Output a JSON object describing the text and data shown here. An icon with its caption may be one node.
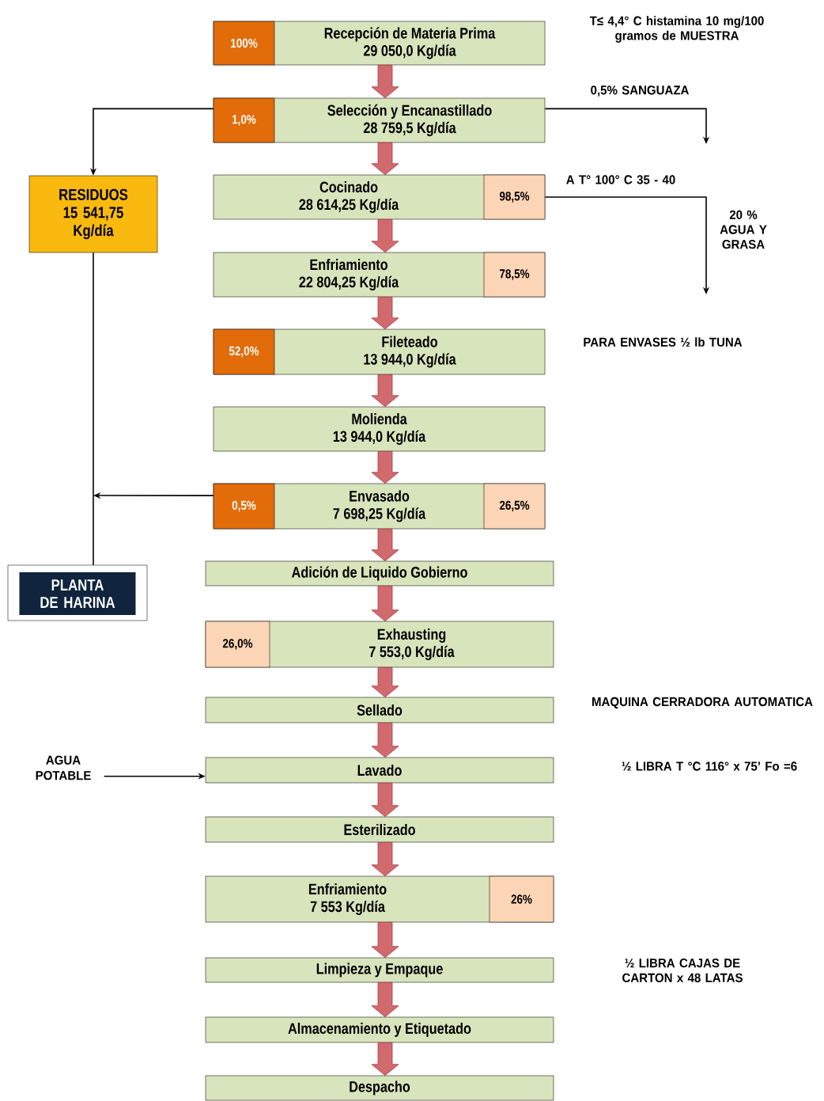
{
  "diagram": {
    "nodes": [
      {
        "text": [
          "Recepción de Materia Prima",
          "29 050,0 Kg/día"
        ]
      },
      {
        "text": [
          "100%"
        ],
        "in": 0
      },
      {
        "text": [
          "Selección y Encanastillado",
          "28 759,5 Kg/día"
        ]
      },
      {
        "text": [
          "1,0%"
        ],
        "in": 2
      },
      {
        "text": [
          "RESIDUOS 15 541,75 Kg/día"
        ]
      },
      {
        "text": [
          "Cocinado",
          "28 614,25 Kg/día"
        ]
      },
      {
        "text": [
          "98,5%"
        ],
        "in": 5
      },
      {
        "text": [
          "Enfriamiento",
          "22 804,25 Kg/día"
        ]
      },
      {
        "text": [
          "78,5%"
        ],
        "in": 7
      },
      {
        "text": [
          "Fileteado",
          "13 944,0 Kg/día"
        ]
      },
      {
        "text": [
          "52,0%"
        ],
        "in": 9
      },
      {
        "text": [
          "Molienda",
          "13 944,0 Kg/día"
        ]
      },
      {
        "text": [
          "Envasado",
          "7 698,25 Kg/día"
        ]
      },
      {
        "text": [
          "0,5%"
        ],
        "in": 12
      },
      {
        "text": [
          "26,5%"
        ],
        "in": 12
      },
      {
        "text": [
          "Adición de Liquido Gobierno"
        ]
      },
      {
        "text": [
          "PLANTA DE HARINA"
        ]
      },
      {
        "text": [
          "Exhausting",
          "7 553,0 Kg/día"
        ]
      },
      {
        "text": [
          "26,0%"
        ],
        "in": 17
      },
      {
        "text": [
          "Sellado"
        ]
      },
      {
        "text": [
          "AGUA POTABLE"
        ]
      },
      {
        "text": [
          "Lavado"
        ]
      },
      {
        "text": [
          "Esterilizado"
        ]
      },
      {
        "text": [
          "Enfriamiento",
          "7 553 Kg/día"
        ]
      },
      {
        "text": [
          "26%"
        ],
        "in": 23
      },
      {
        "text": [
          "Limpieza y Empaque"
        ]
      },
      {
        "text": [
          "Almacenamiento y Etiquetado"
        ]
      },
      {
        "text": [
          "Despacho"
        ]
      }
    ],
    "edges": [
      {
        "from": 0,
        "to": 2,
        "arrow": "to"
      },
      {
        "from": 2,
        "to": 5,
        "arrow": "to"
      },
      {
        "from": 5,
        "to": 7,
        "arrow": "to"
      },
      {
        "from": 7,
        "to": 9,
        "arrow": "to"
      },
      {
        "from": 9,
        "to": 11,
        "arrow": "to"
      },
      {
        "from": 11,
        "to": 12,
        "arrow": "to"
      },
      {
        "from": 12,
        "to": 15,
        "arrow": "to"
      },
      {
        "from": 15,
        "to": 17,
        "arrow": "to"
      },
      {
        "from": 17,
        "to": 19,
        "arrow": "to"
      },
      {
        "from": 19,
        "to": 21,
        "arrow": "to"
      },
      {
        "from": 21,
        "to": 22,
        "arrow": "to"
      },
      {
        "from": 22,
        "to": 23,
        "arrow": "to"
      },
      {
        "from": 23,
        "to": 25,
        "arrow": "to"
      },
      {
        "from": 25,
        "to": 26,
        "arrow": "to"
      },
      {
        "from": 26,
        "to": 27,
        "arrow": "to"
      },
      {
        "from": 2,
        "to": 4,
        "arrow": "to",
        "color": "#000000"
      },
      {
        "from": 2,
        "to": null,
        "arrow": "to",
        "label": "0,5% SANGUAZA",
        "color": "#000000"
      },
      {
        "from": 5,
        "to": null,
        "arrow": "to",
        "label": "20 % AGUA Y GRASA",
        "color": "#000000"
      },
      {
        "from": 4,
        "to": 16,
        "arrow": "none",
        "color": "#000000"
      },
      {
        "from": 12,
        "to": null,
        "arrow": "to",
        "color": "#000000"
      },
      {
        "from": 20,
        "to": 21,
        "arrow": "to",
        "color": "#000000"
      }
    ],
    "labels": [
      "T≤ 4,4° C histamina 10 mg/100 gramos de MUESTRA",
      "A T° 100° C 35 - 40",
      "PARA ENVASES ½ lb TUNA",
      "MAQUINA CERRADORA AUTOMATICA",
      "½ LIBRA T °C 116° x 75’ Fo =6",
      "½ LIBRA CAJAS DE CARTON x 48 LATAS"
    ]
  }
}
